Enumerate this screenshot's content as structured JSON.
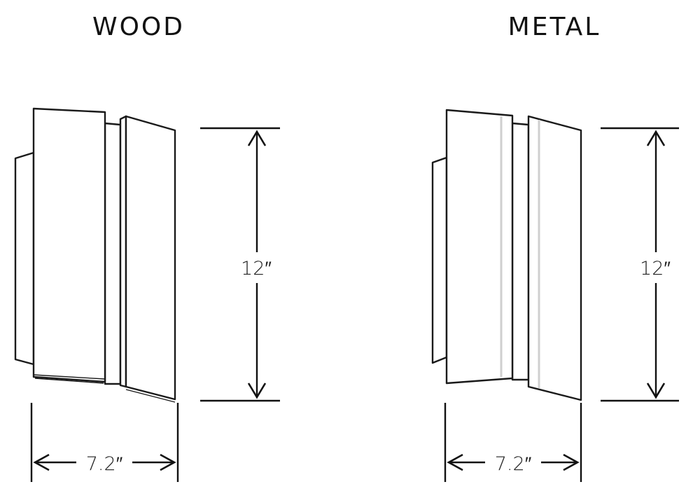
{
  "fixtures": [
    {
      "material": "WOOD",
      "height": "12″",
      "width": "7.2″"
    },
    {
      "material": "METAL",
      "height": "12″",
      "width": "7.2″"
    }
  ]
}
